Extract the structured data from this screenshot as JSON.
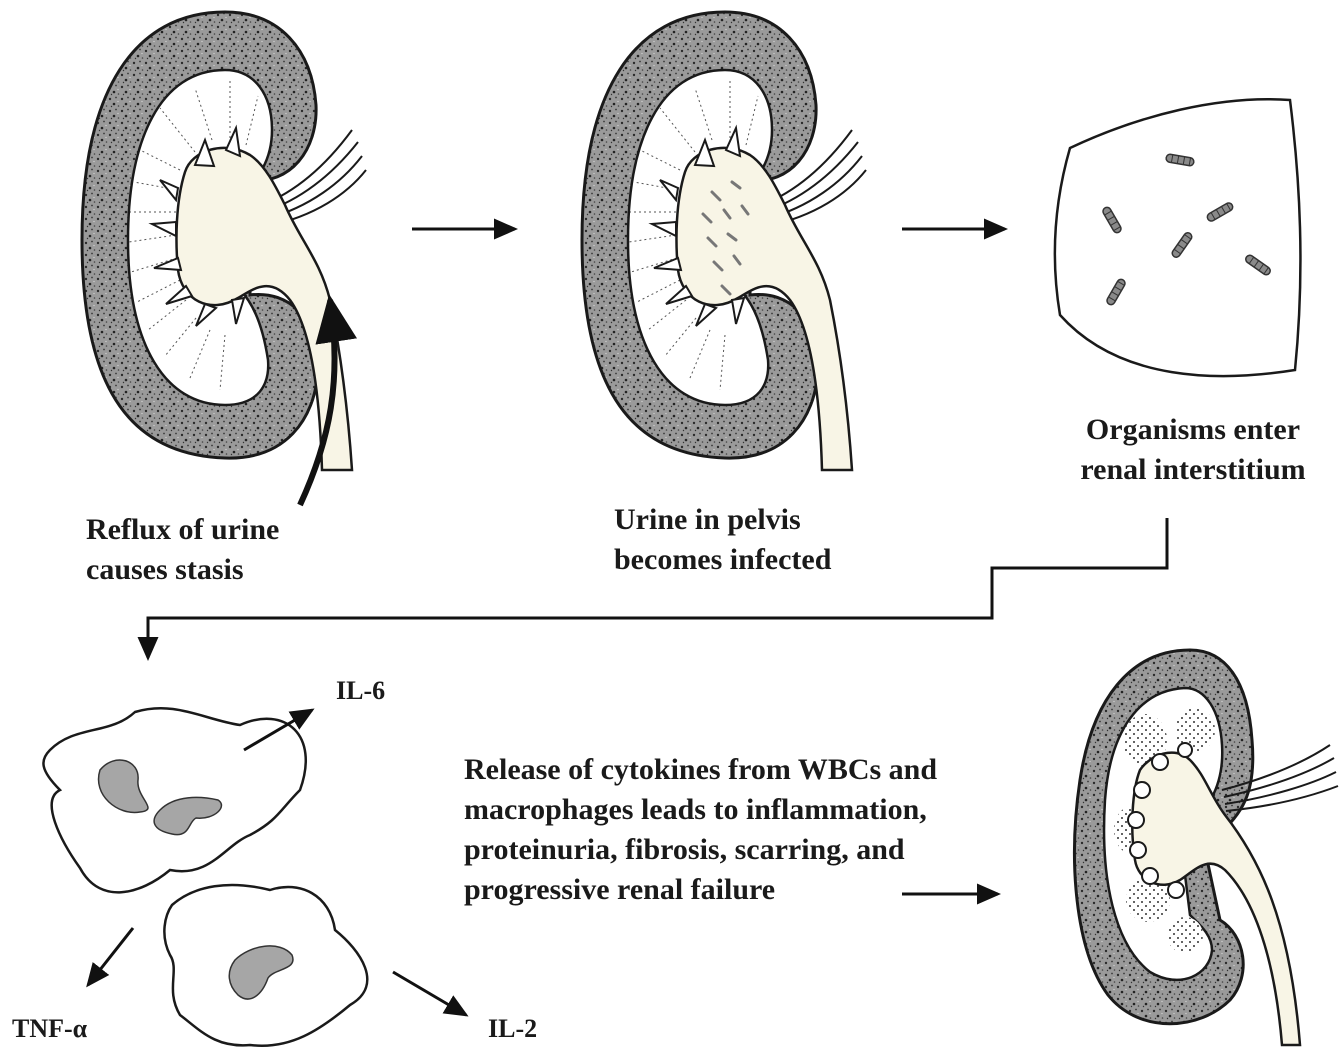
{
  "captions": {
    "step1": [
      "Reflux of urine",
      "causes stasis"
    ],
    "step2": [
      "Urine in pelvis",
      "becomes infected"
    ],
    "step3": [
      "Organisms enter",
      "renal interstitium"
    ],
    "step4": [
      "Release of cytokines from WBCs and",
      "macrophages leads to inflammation,",
      "proteinuria, fibrosis, scarring, and",
      "progressive renal failure"
    ]
  },
  "cytokines": {
    "il6": "IL-6",
    "tnf": "TNF-α",
    "il2": "IL-2"
  },
  "colors": {
    "cortex": "#8f8f8f",
    "pelvis": "#f8f5e6",
    "nucleus": "#a6a6a6",
    "ink": "#1a1a1a"
  }
}
